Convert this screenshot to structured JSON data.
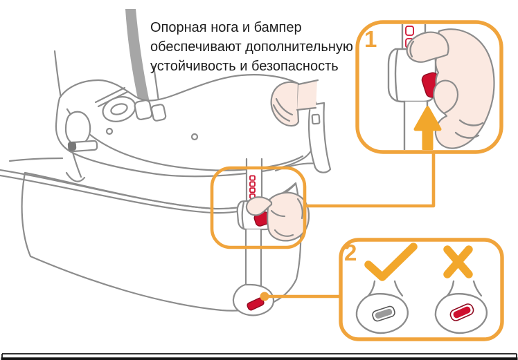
{
  "caption": {
    "lines": [
      "Опорная нога и бампер",
      "обеспечивают дополнительную",
      "устойчивость и безопасность"
    ]
  },
  "callout1": {
    "number": "1"
  },
  "callout2": {
    "number": "2"
  },
  "icons": {
    "up_arrow_icon": "↑",
    "checkmark_icon": "✓",
    "cross_icon": "✕",
    "leg_indicator_correct": "gray",
    "leg_indicator_incorrect": "red"
  },
  "colors": {
    "accent_orange": "#F0A43C",
    "mark_orange": "#F2A72C",
    "alert_red": "#CE0F2E",
    "outline_gray": "#8C8C8C",
    "skin_tone": "#FBE9E1",
    "indicator_gray": "#9A9A9A",
    "band_gray": "#A6A6A6",
    "text_black": "#1C1C1C"
  }
}
